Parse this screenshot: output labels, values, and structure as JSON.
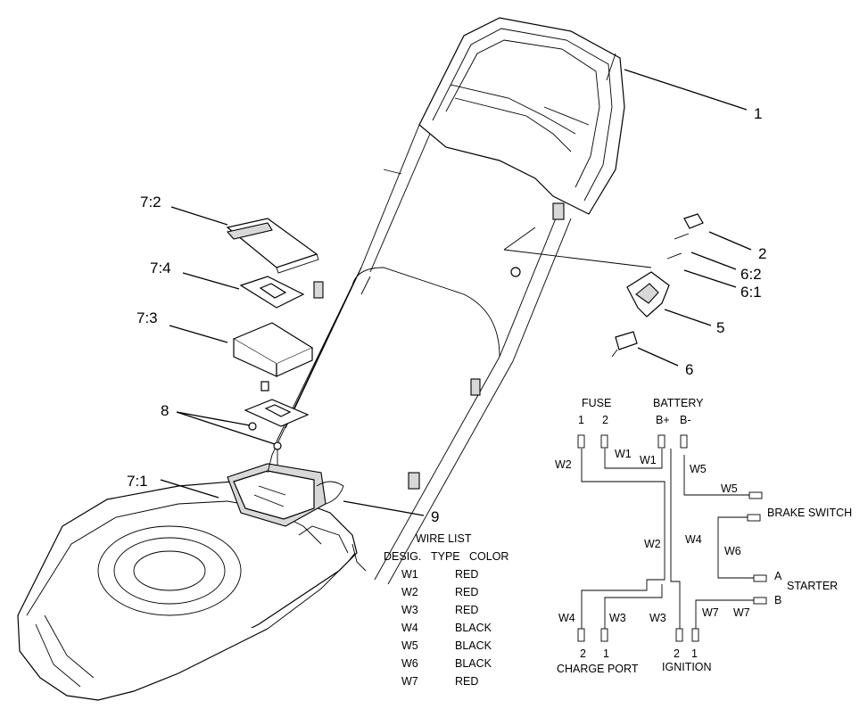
{
  "callouts": {
    "c1": "1",
    "c2": "2",
    "c6_2": "6:2",
    "c6_1": "6:1",
    "c5": "5",
    "c6": "6",
    "c7_2": "7:2",
    "c7_4": "7:4",
    "c7_3": "7:3",
    "c8": "8",
    "c7_1": "7:1",
    "c9": "9"
  },
  "wiring": {
    "fuse": "FUSE",
    "fuse_pin1": "1",
    "fuse_pin2": "2",
    "battery": "BATTERY",
    "battery_pos": "B+",
    "battery_neg": "B-",
    "w1a": "W1",
    "w1b": "W1",
    "w2a": "W2",
    "w2b": "W2",
    "w3a": "W3",
    "w3b": "W3",
    "w4a": "W4",
    "w4b": "W4",
    "w5a": "W5",
    "w5b": "W5",
    "w6": "W6",
    "w7a": "W7",
    "w7b": "W7",
    "brake_switch": "BRAKE SWITCH",
    "starter": "STARTER",
    "starter_a": "A",
    "starter_b": "B",
    "charge_port": "CHARGE PORT",
    "charge_pin2": "2",
    "charge_pin1": "1",
    "ignition": "IGNITION",
    "ign_pin2": "2",
    "ign_pin1": "1"
  },
  "wire_list": {
    "title": "WIRE LIST",
    "headers": {
      "desig": "DESIG.",
      "type": "TYPE",
      "color": "COLOR"
    },
    "rows": [
      {
        "desig": "W1",
        "color": "RED"
      },
      {
        "desig": "W2",
        "color": "RED"
      },
      {
        "desig": "W3",
        "color": "RED"
      },
      {
        "desig": "W4",
        "color": "BLACK"
      },
      {
        "desig": "W5",
        "color": "BLACK"
      },
      {
        "desig": "W6",
        "color": "BLACK"
      },
      {
        "desig": "W7",
        "color": "RED"
      }
    ]
  }
}
